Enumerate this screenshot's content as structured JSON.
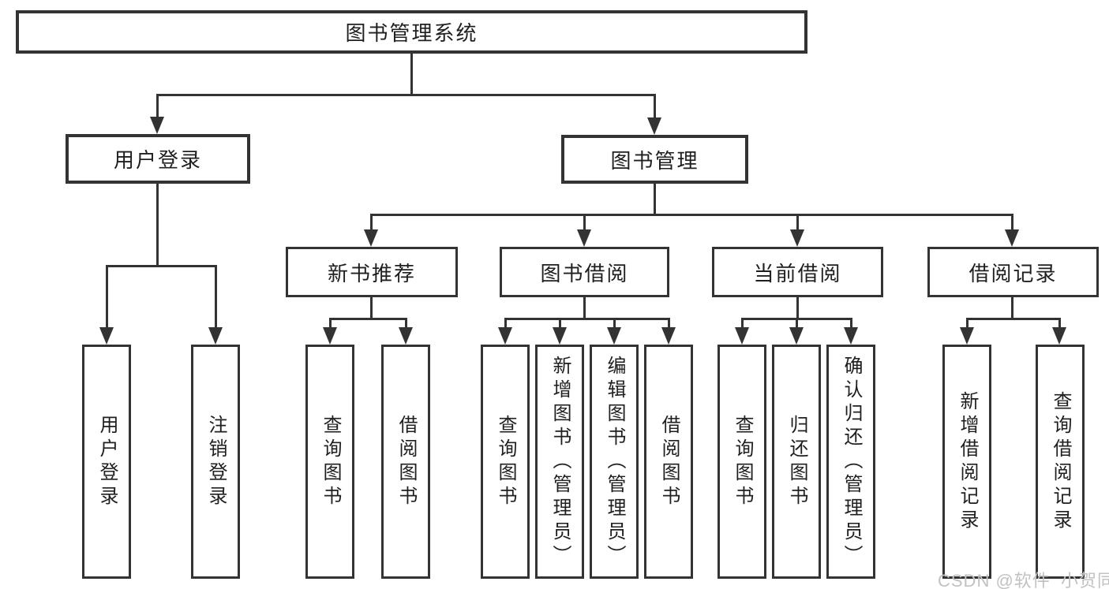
{
  "diagram": {
    "root": {
      "label": "图书管理系统"
    },
    "branches": [
      {
        "label": "用户登录",
        "children": [
          {
            "label": "用户登录"
          },
          {
            "label": "注销登录"
          }
        ]
      },
      {
        "label": "图书管理",
        "groups": [
          {
            "label": "新书推荐",
            "children": [
              {
                "label": "查询图书"
              },
              {
                "label": "借阅图书"
              }
            ]
          },
          {
            "label": "图书借阅",
            "children": [
              {
                "label": "查询图书"
              },
              {
                "label": "新增图书（管理员）"
              },
              {
                "label": "编辑图书（管理员）"
              },
              {
                "label": "借阅图书"
              }
            ]
          },
          {
            "label": "当前借阅",
            "children": [
              {
                "label": "查询图书"
              },
              {
                "label": "归还图书"
              },
              {
                "label": "确认归还（管理员）"
              }
            ]
          },
          {
            "label": "借阅记录",
            "children": [
              {
                "label": "新增借阅记录"
              },
              {
                "label": "查询借阅记录"
              }
            ]
          }
        ]
      }
    ]
  },
  "watermark": {
    "text": "CSDN @软件_小贺同学",
    "color": "#c2c2c2"
  },
  "colors": {
    "background": "#ffffff",
    "line": "#333333",
    "box_border": "#333333",
    "text": "#1f1f1f"
  }
}
